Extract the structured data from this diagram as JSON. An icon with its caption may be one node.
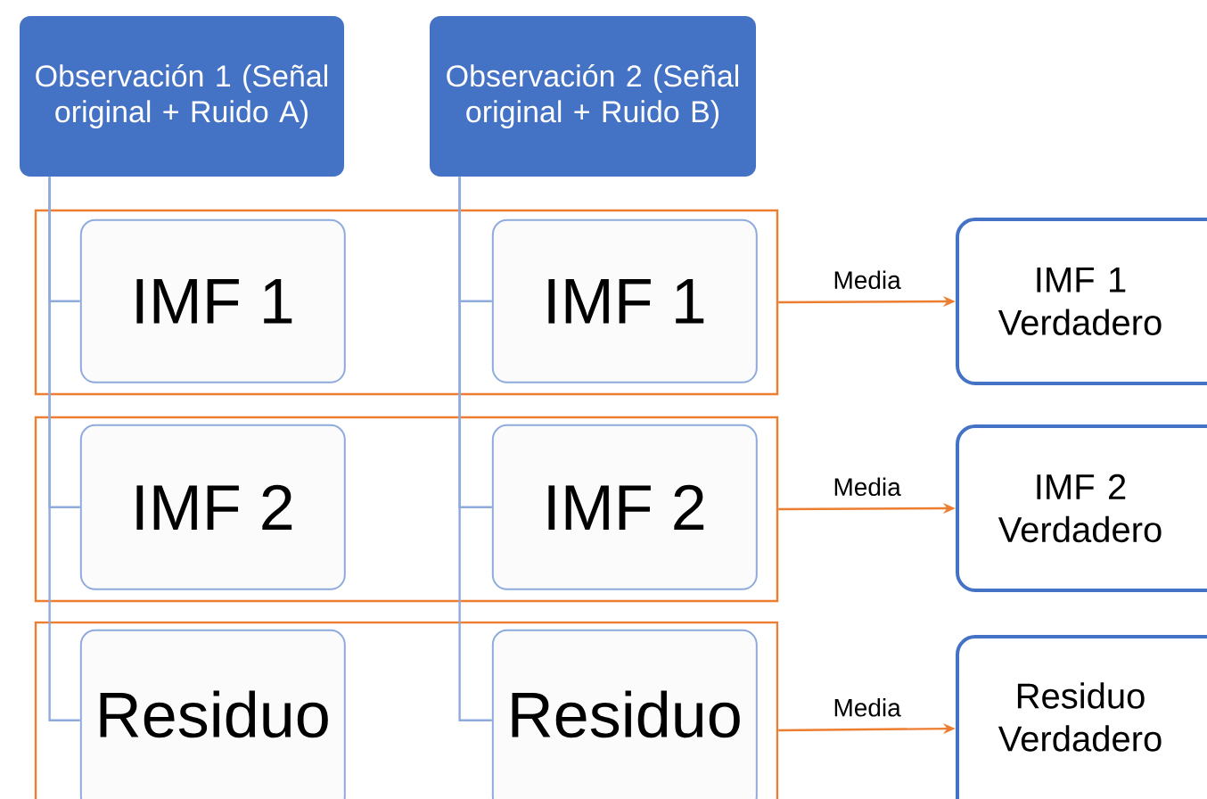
{
  "diagram": {
    "nodes": [
      {
        "text": [
          "Observación 1 (Señal original + Ruido A)"
        ]
      },
      {
        "text": [
          "Observación 2 (Señal original + Ruido B)"
        ]
      },
      {
        "text": [],
        "shape": "box"
      },
      {
        "text": [
          "IMF 1"
        ],
        "in": 2
      },
      {
        "text": [
          "IMF 1"
        ],
        "in": 2
      },
      {
        "text": [],
        "shape": "box"
      },
      {
        "text": [
          "IMF 2"
        ],
        "in": 5
      },
      {
        "text": [
          "IMF 2"
        ],
        "in": 5
      },
      {
        "text": [],
        "shape": "box"
      },
      {
        "text": [
          "Residuo"
        ],
        "in": 8
      },
      {
        "text": [
          "Residuo"
        ],
        "in": 8
      },
      {
        "text": [
          "IMF 1 Verdadero"
        ]
      },
      {
        "text": [
          "IMF 2 Verdadero"
        ]
      },
      {
        "text": [
          "Residuo Verdadero"
        ]
      }
    ],
    "edges": [
      {
        "from": 0,
        "to": 3,
        "arrow": "none"
      },
      {
        "from": 0,
        "to": 6,
        "arrow": "none"
      },
      {
        "from": 0,
        "to": 9,
        "arrow": "none"
      },
      {
        "from": 1,
        "to": 4,
        "arrow": "none"
      },
      {
        "from": 1,
        "to": 7,
        "arrow": "none"
      },
      {
        "from": 1,
        "to": 10,
        "arrow": "none"
      },
      {
        "from": 2,
        "to": 11,
        "arrow": "to",
        "label": "Media",
        "color": "#ed7d31"
      },
      {
        "from": 5,
        "to": 12,
        "arrow": "to",
        "label": "Media",
        "color": "#ed7d31"
      },
      {
        "from": 8,
        "to": 13,
        "arrow": "to",
        "label": "Media",
        "color": "#ed7d31"
      }
    ]
  }
}
